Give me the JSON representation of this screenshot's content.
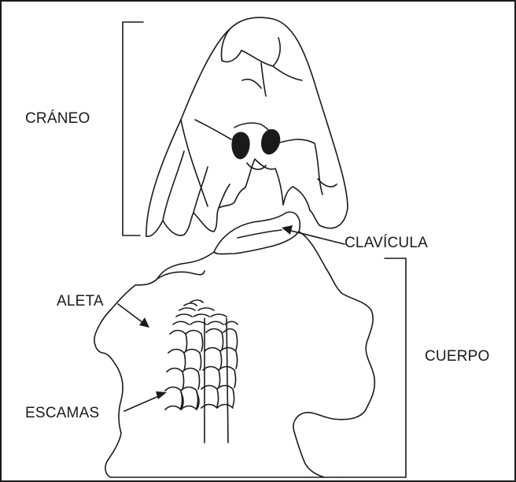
{
  "labels": {
    "craneo": "CRÁNEO",
    "clavicula": "CLAVÍCULA",
    "aleta": "ALETA",
    "cuerpo": "CUERPO",
    "escamas": "ESCAMAS"
  },
  "colors": {
    "line": "#1a1a1a",
    "background": "#ffffff"
  }
}
